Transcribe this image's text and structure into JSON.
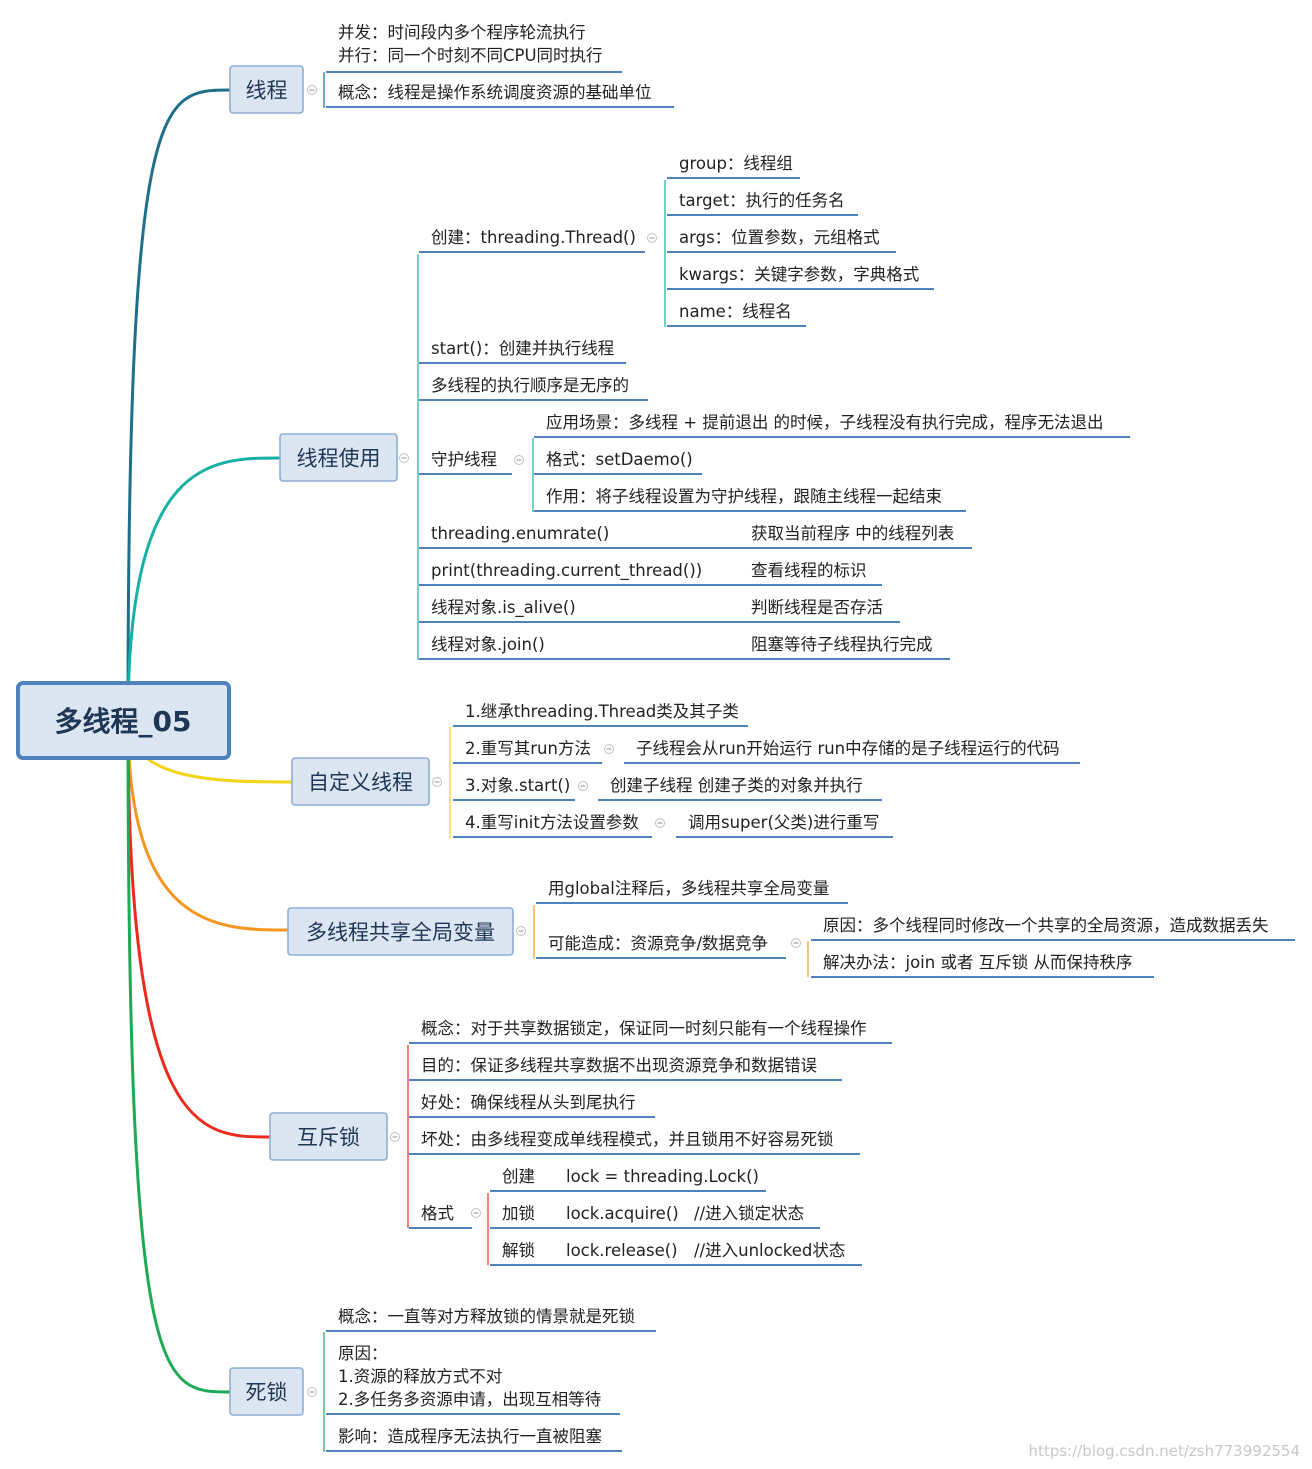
{
  "root": "多线程_05",
  "branches": [
    {
      "key": "thread",
      "label": "线程",
      "color": "#1f6f8b",
      "leaves": [
        [
          "并发：时间段内多个程序轮流执行",
          "并行：同一个时刻不同CPU同时执行"
        ],
        [
          "概念：线程是操作系统调度资源的基础单位"
        ]
      ]
    },
    {
      "key": "usage",
      "label": "线程使用",
      "color": "#17b1a3",
      "create": {
        "label": "创建：threading.Thread()",
        "params": [
          "group：线程组",
          "target：执行的任务名",
          "args：位置参数，元组格式",
          "kwargs：关键字参数，字典格式",
          "name：线程名"
        ]
      },
      "start": "start()：创建并执行线程",
      "order": "多线程的执行顺序是无序的",
      "daemon": {
        "label": "守护线程",
        "items": [
          "应用场景：多线程 + 提前退出 的时候，子线程没有执行完成，程序无法退出",
          "格式：setDaemo()",
          "作用：将子线程设置为守护线程，跟随主线程一起结束"
        ]
      },
      "pairs": [
        {
          "code": "threading.enumrate()",
          "desc": "获取当前程序 中的线程列表"
        },
        {
          "code": "print(threading.current_thread())",
          "desc": "查看线程的标识"
        },
        {
          "code": "线程对象.is_alive()",
          "desc": "判断线程是否存活"
        },
        {
          "code": "线程对象.join()",
          "desc": "阻塞等待子线程执行完成"
        }
      ]
    },
    {
      "key": "custom",
      "label": "自定义线程",
      "color": "#f5d315",
      "items": [
        {
          "label": "1.继承threading.Thread类及其子类",
          "note": ""
        },
        {
          "label": "2.重写其run方法",
          "note": "子线程会从run开始运行 run中存储的是子线程运行的代码"
        },
        {
          "label": "3.对象.start()",
          "note": "创建子线程 创建子类的对象并执行"
        },
        {
          "label": "4.重写init方法设置参数",
          "note": "调用super(父类)进行重写"
        }
      ]
    },
    {
      "key": "shared",
      "label": "多线程共享全局变量",
      "color": "#f5961e",
      "items": [
        "用global注释后，多线程共享全局变量"
      ],
      "risk": {
        "label": "可能造成：资源竞争/数据竞争",
        "items": [
          "原因：多个线程同时修改一个共享的全局资源，造成数据丢失",
          "解决办法：join 或者 互斥锁 从而保持秩序"
        ]
      }
    },
    {
      "key": "mutex",
      "label": "互斥锁",
      "color": "#ec2b1e",
      "items": [
        "概念：对于共享数据锁定，保证同一时刻只能有一个线程操作",
        "目的：保证多线程共享数据不出现资源竞争和数据错误",
        "好处：确保线程从头到尾执行",
        "坏处：由多线程变成单线程模式，并且锁用不好容易死锁"
      ],
      "format": {
        "label": "格式",
        "rows": [
          {
            "action": "创建",
            "code": "lock = threading.Lock()",
            "comment": ""
          },
          {
            "action": "加锁",
            "code": "lock.acquire()",
            "comment": "//进入锁定状态"
          },
          {
            "action": "解锁",
            "code": "lock.release()",
            "comment": "//进入unlocked状态"
          }
        ]
      }
    },
    {
      "key": "deadlock",
      "label": "死锁",
      "color": "#1daa55",
      "leaves": [
        [
          "概念：一直等对方释放锁的情景就是死锁"
        ],
        [
          "原因：",
          "1.资源的释放方式不对",
          "2.多任务多资源申请，出现互相等待"
        ],
        [
          "影响：造成程序无法执行一直被阻塞"
        ]
      ]
    }
  ],
  "style": {
    "topic_fill": "#dce6f2",
    "topic_stroke": "#8eaed3",
    "leaf_underline": "#4f81bd",
    "root_stroke": "#4f81bd"
  },
  "watermark": "https://blog.csdn.net/zsh773992554"
}
